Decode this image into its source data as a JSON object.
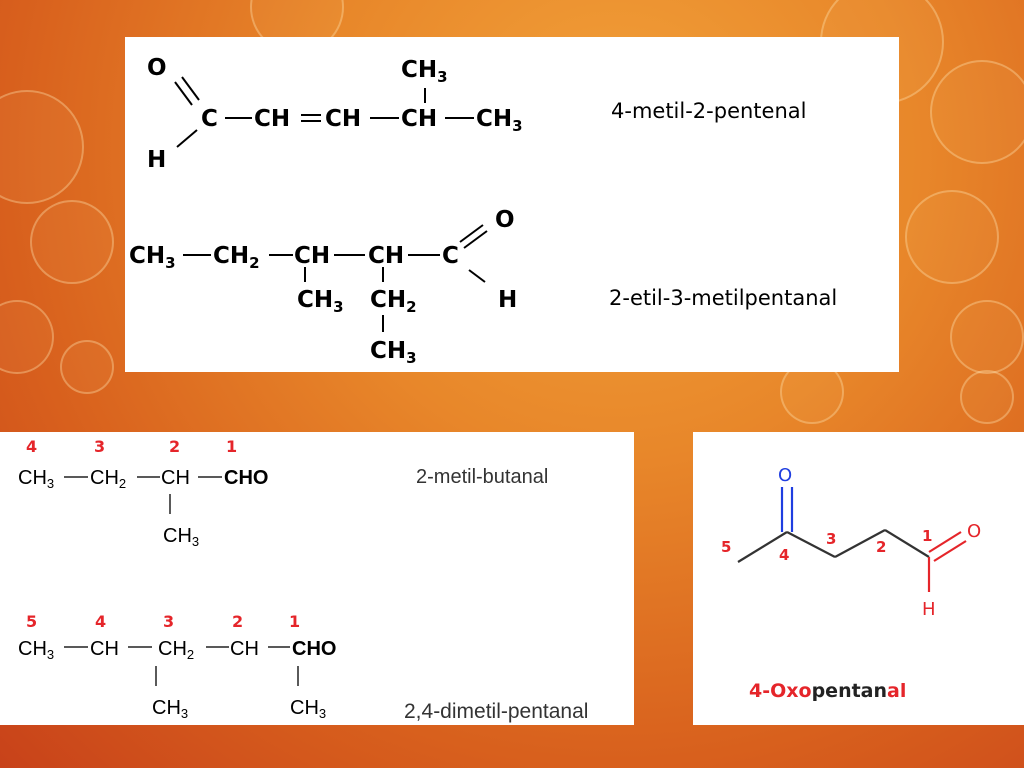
{
  "aldehyde_1": {
    "formula": {
      "o": "O",
      "h": "H",
      "c1": "C",
      "ch2": "CH",
      "ch3": "CH",
      "ch4": "CH",
      "ch5": "CH",
      "ch5_sub": "3",
      "methyl": "CH",
      "methyl_sub": "3"
    },
    "name": "4-metil-2-pentenal"
  },
  "aldehyde_2": {
    "formula": {
      "ch3": "CH",
      "ch3_sub": "3",
      "ch2": "CH",
      "ch2_sub": "2",
      "ch_a": "CH",
      "ch_b": "CH",
      "c": "C",
      "o": "O",
      "h": "H",
      "methyl": "CH",
      "methyl_sub": "3",
      "ethyl_ch2": "CH",
      "ethyl_ch2_sub": "2",
      "ethyl_ch3": "CH",
      "ethyl_ch3_sub": "3"
    },
    "name": "2-etil-3-metilpentanal"
  },
  "aldehyde_3": {
    "numbers": [
      "4",
      "3",
      "2",
      "1"
    ],
    "formula": {
      "ch3": "CH",
      "ch3_sub": "3",
      "ch2": "CH",
      "ch2_sub": "2",
      "ch": "CH",
      "cho": "CHO",
      "methyl": "CH",
      "methyl_sub": "3"
    },
    "name": "2-metil-butanal"
  },
  "aldehyde_4": {
    "numbers": [
      "5",
      "4",
      "3",
      "2",
      "1"
    ],
    "formula": {
      "ch3": "CH",
      "ch3_sub": "3",
      "ch_a": "CH",
      "ch2": "CH",
      "ch2_sub": "2",
      "ch_b": "CH",
      "cho": "CHO",
      "methyl_a": "CH",
      "methyl_a_sub": "3",
      "methyl_b": "CH",
      "methyl_b_sub": "3"
    },
    "name": "2,4-dimetil-pentanal"
  },
  "aldehyde_5": {
    "atoms": {
      "o_ketone": "O",
      "o_aldehyde": "O",
      "h": "H"
    },
    "numbers": [
      "5",
      "4",
      "3",
      "2",
      "1"
    ],
    "name_prefix": "4-Oxo",
    "name_middle": "pentan",
    "name_suffix": "al",
    "colors": {
      "red": "#e5252a",
      "blue": "#1f3ee0",
      "black": "#222222"
    }
  }
}
